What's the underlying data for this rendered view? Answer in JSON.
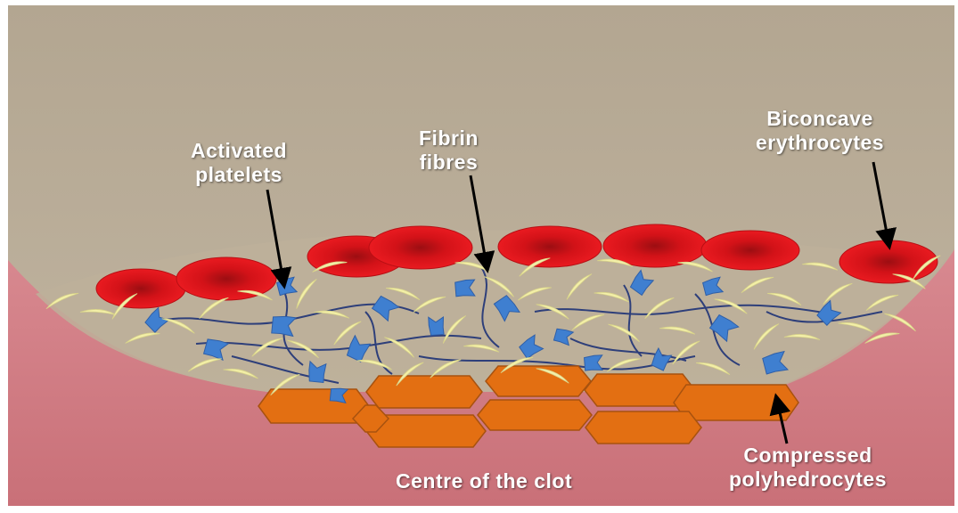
{
  "labels": {
    "activated_platelets": [
      "Activated",
      "platelets"
    ],
    "fibrin_fibres": [
      "Fibrin",
      "fibres"
    ],
    "biconcave_erythrocytes": [
      "Biconcave",
      "erythrocytes"
    ],
    "compressed_polyhedrocytes": [
      "Compressed",
      "polyhedrocytes"
    ],
    "centre_of_clot": "Centre of the clot"
  },
  "colors": {
    "vessel_lumen": "#b7aa95",
    "vessel_wall": "#cf7c84",
    "erythrocyte": "#e0141e",
    "platelet": "#3f7fd0",
    "fibrin": "#f3efa8",
    "polyhedrocyte": "#e36f12",
    "label_text": "#ffffff"
  }
}
